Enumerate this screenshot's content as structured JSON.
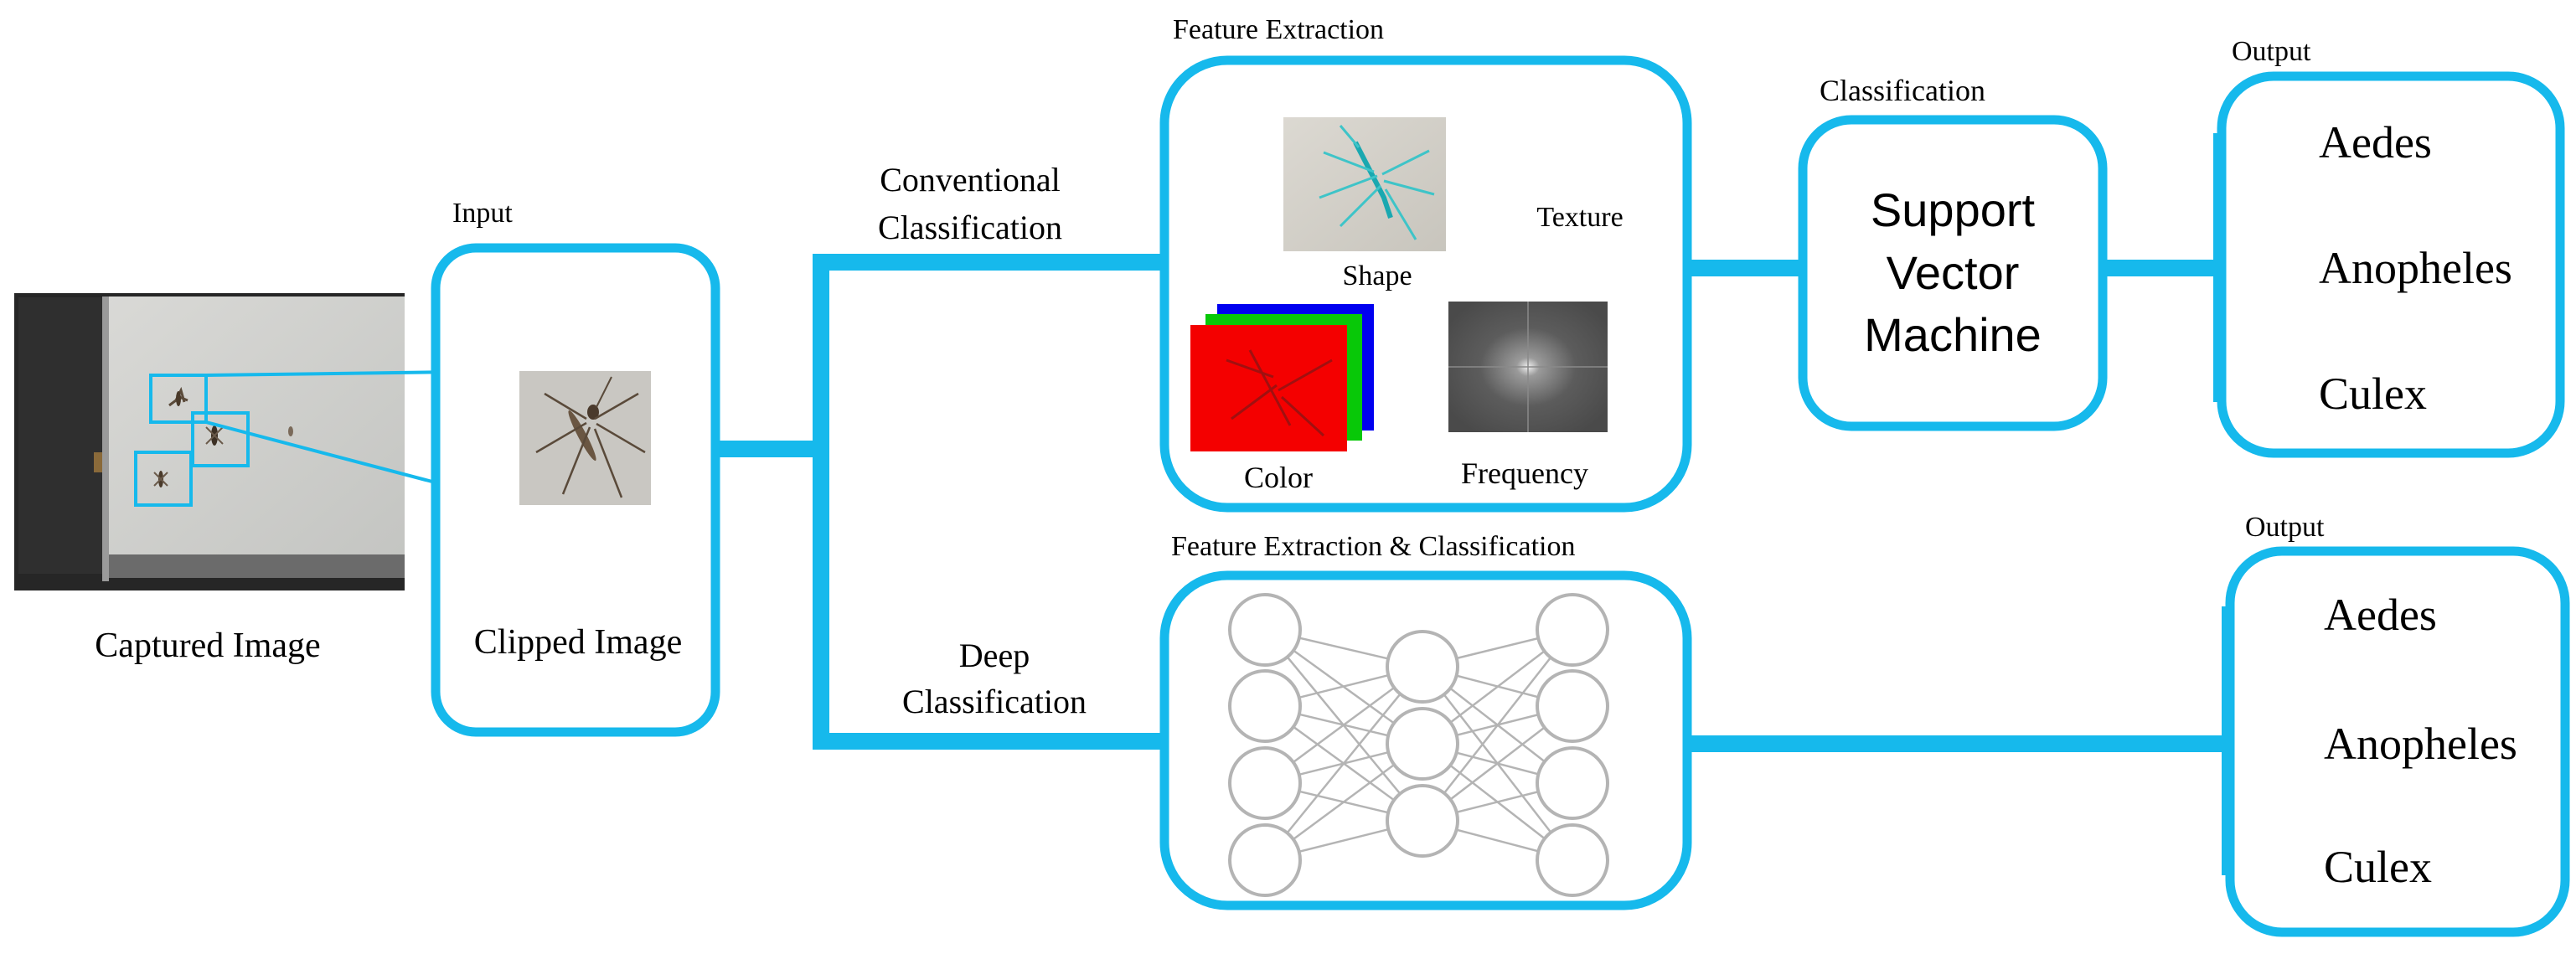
{
  "colors": {
    "accent": "#16b9ec",
    "nn_gray": "#b4b4b4",
    "color_channel_red": "#f40000",
    "color_channel_green": "#08c808",
    "color_channel_blue": "#0000f0"
  },
  "captured": {
    "caption": "Captured Image"
  },
  "input": {
    "label": "Input",
    "caption": "Clipped Image"
  },
  "conventional": {
    "branch_label_line1": "Conventional",
    "branch_label_line2": "Classification",
    "feature_extraction": {
      "title": "Feature Extraction",
      "shape_label": "Shape",
      "texture_label": "Texture",
      "color_label": "Color",
      "frequency_label": "Frequency"
    },
    "classification": {
      "title": "Classification",
      "line1": "Support",
      "line2": "Vector",
      "line3": "Machine"
    },
    "output": {
      "title": "Output",
      "classes": [
        "Aedes",
        "Anopheles",
        "Culex"
      ]
    }
  },
  "deep": {
    "branch_label_line1": "Deep",
    "branch_label_line2": "Classification",
    "network": {
      "title": "Feature Extraction & Classification",
      "layer_sizes": [
        4,
        3,
        4
      ]
    },
    "output": {
      "title": "Output",
      "classes": [
        "Aedes",
        "Anopheles",
        "Culex"
      ]
    }
  }
}
